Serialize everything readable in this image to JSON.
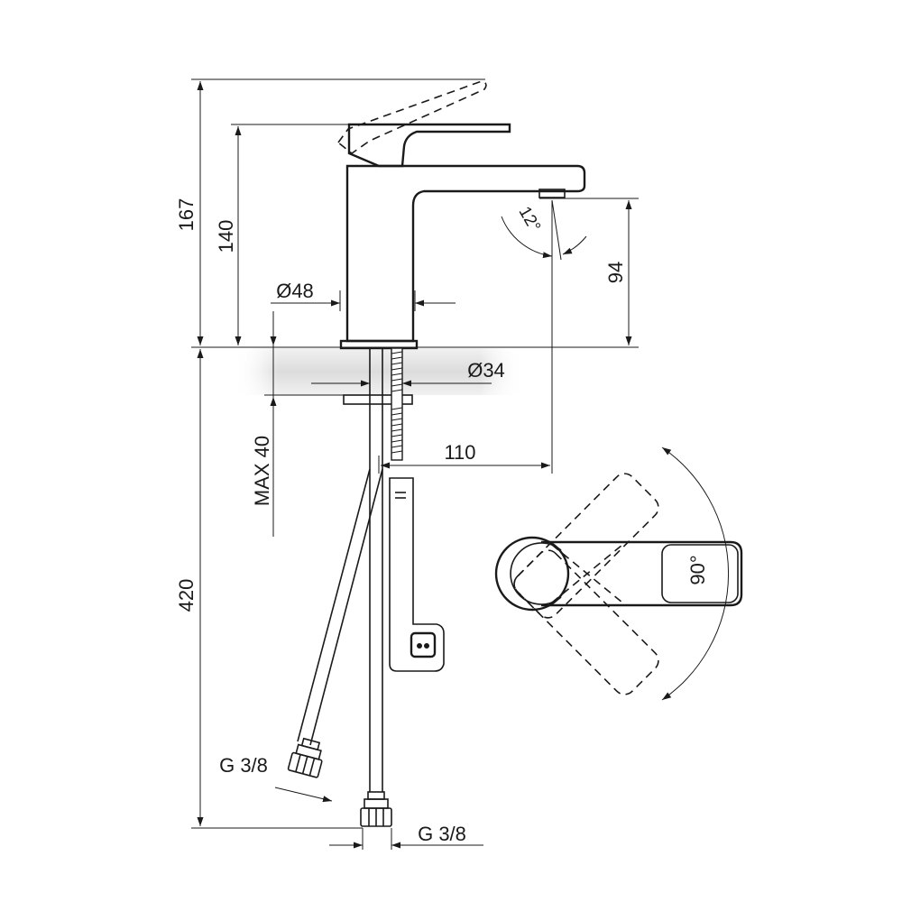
{
  "drawing": {
    "dimensions": {
      "total_height": "167",
      "body_height": "140",
      "body_diameter": "Ø48",
      "spout_height": "94",
      "spout_angle": "12°",
      "mount_diameter": "Ø34",
      "max_deck": "MAX 40",
      "spout_reach": "110",
      "hose_length": "420",
      "handle_rotation": "90°",
      "hose_thread_left": "G 3/8",
      "hose_thread_bottom": "G 3/8"
    },
    "colors": {
      "line": "#1a1a1a",
      "countertop_shade": "#d9d9d9"
    }
  }
}
